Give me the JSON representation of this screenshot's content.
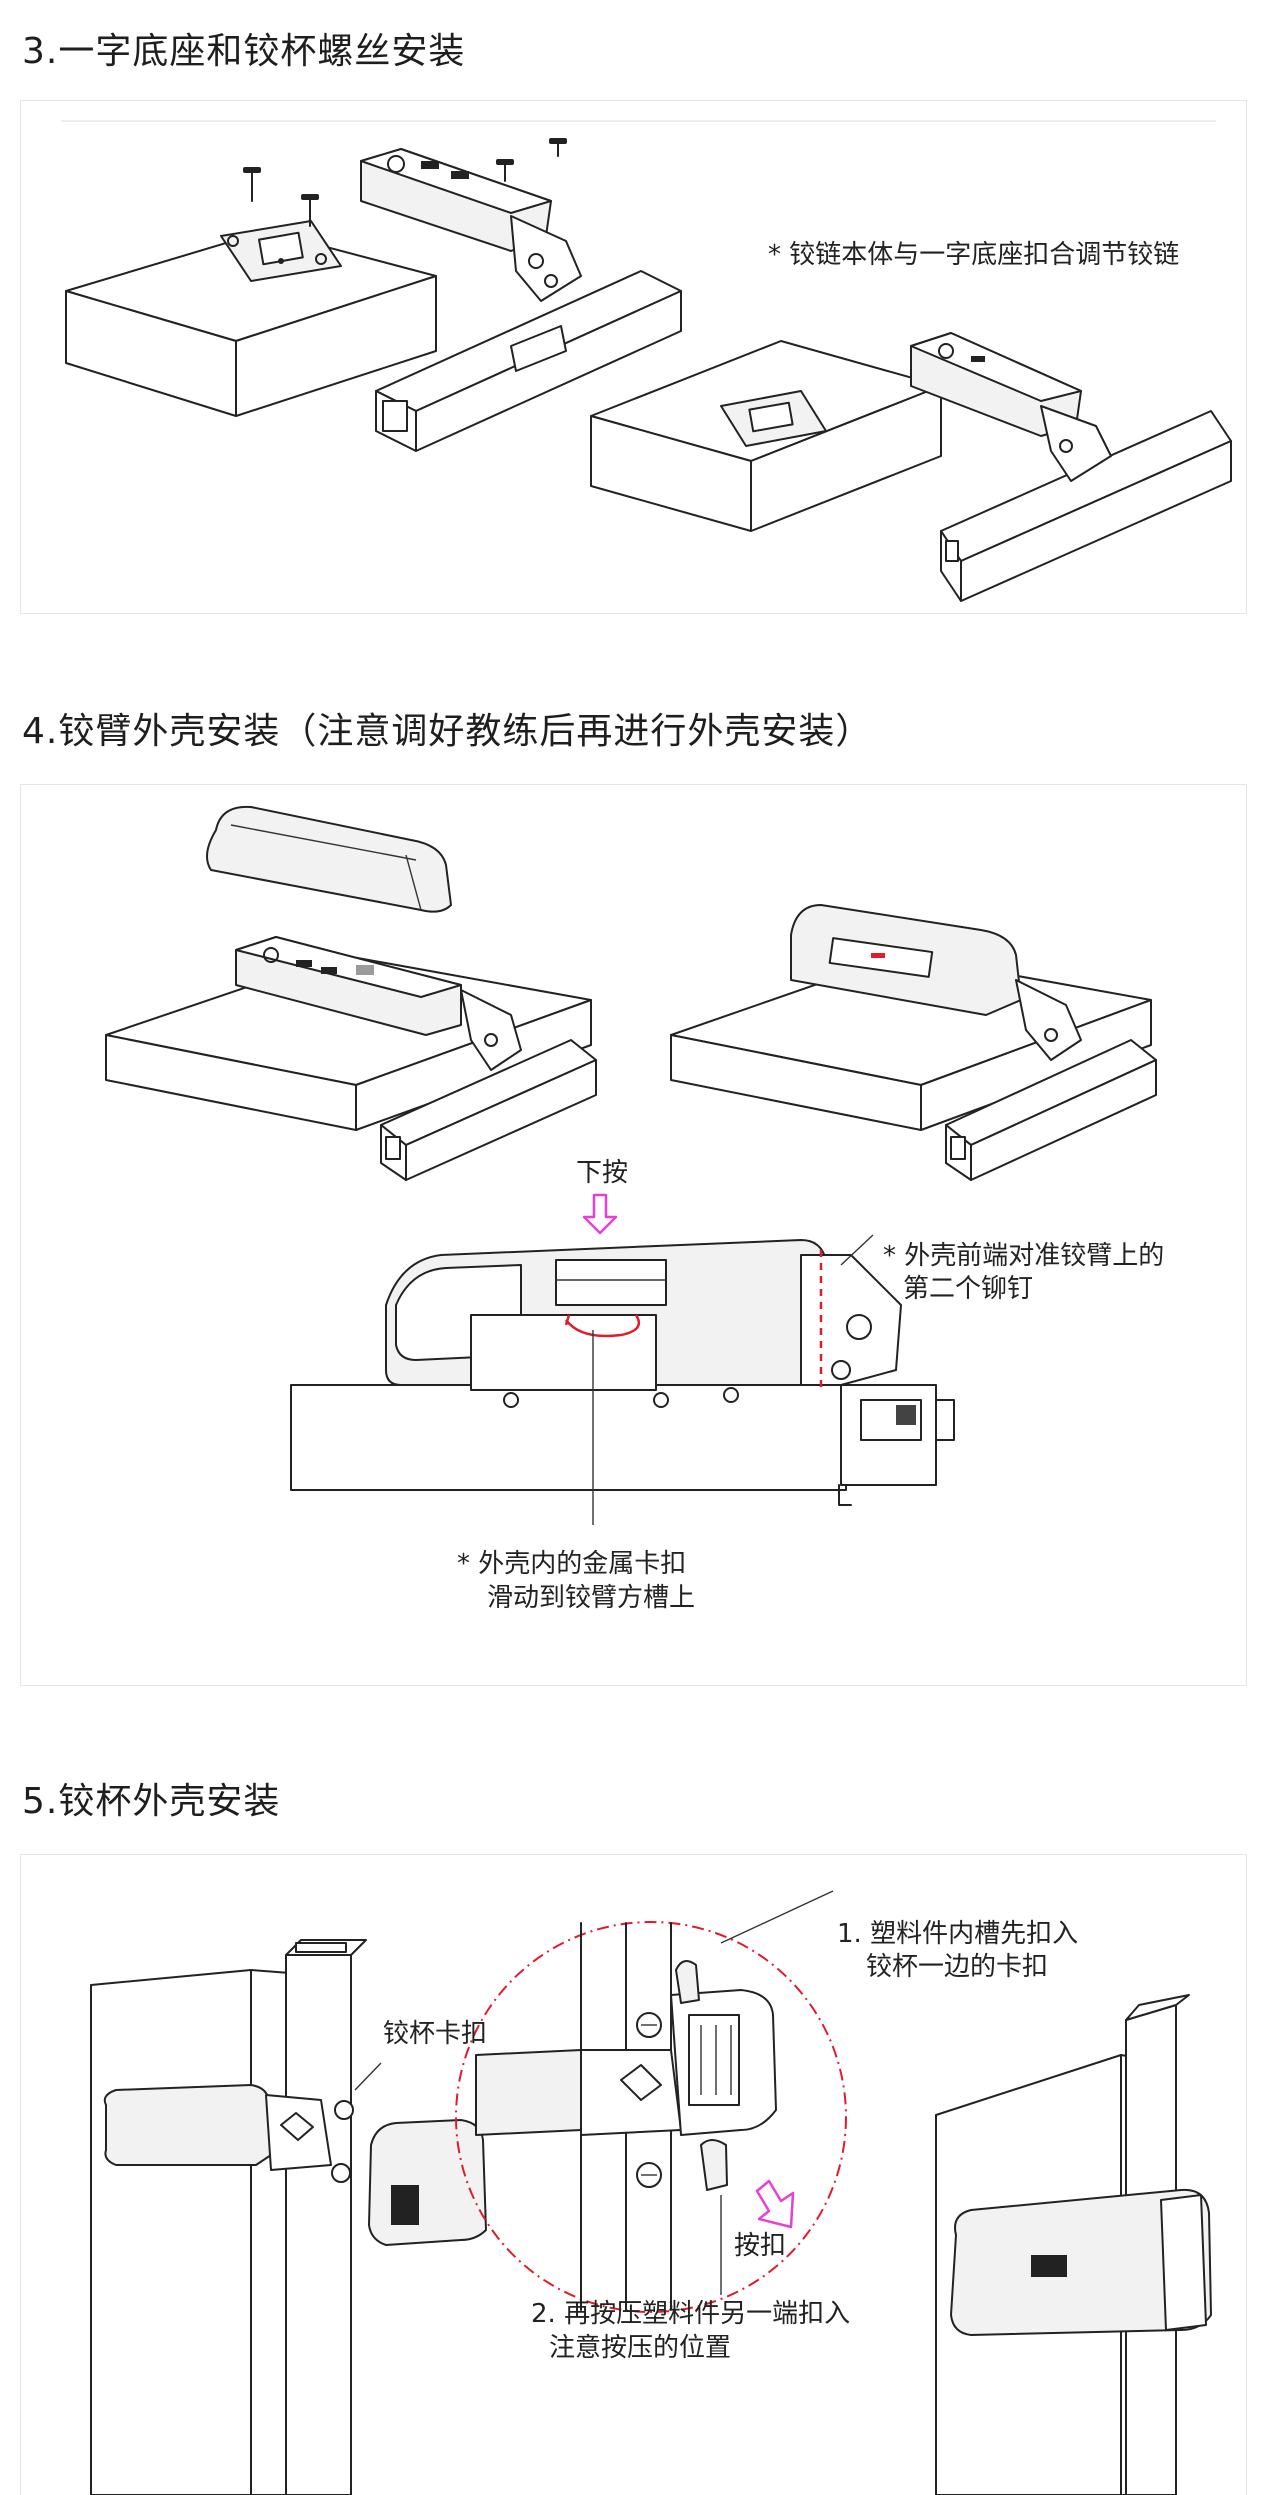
{
  "sections": [
    {
      "title": "3.一字底座和铰杯螺丝安装",
      "notes": {
        "n1": "* 铰链本体与一字底座扣合调节铰链"
      }
    },
    {
      "title": "4.铰臂外壳安装（注意调好教练后再进行外壳安装）",
      "notes": {
        "press": "下按",
        "front_1": "* 外壳前端对准铰臂上的",
        "front_2": "第二个铆钉",
        "metal_1": "* 外壳内的金属卡扣",
        "metal_2": "滑动到铰臂方槽上"
      },
      "colors": {
        "arrow": "#e83fd6",
        "guide": "#e21b2b"
      }
    },
    {
      "title": "5.铰杯外壳安装",
      "notes": {
        "cup_clip": "铰杯卡扣",
        "step1_1": "1. 塑料件内槽先扣入",
        "step1_2": "铰杯一边的卡扣",
        "press_clip": "按扣",
        "step2_1": "2. 再按压塑料件另一端扣入",
        "step2_2": "注意按压的位置"
      },
      "colors": {
        "arrow": "#e83fd6",
        "guide": "#e21b2b"
      }
    }
  ]
}
